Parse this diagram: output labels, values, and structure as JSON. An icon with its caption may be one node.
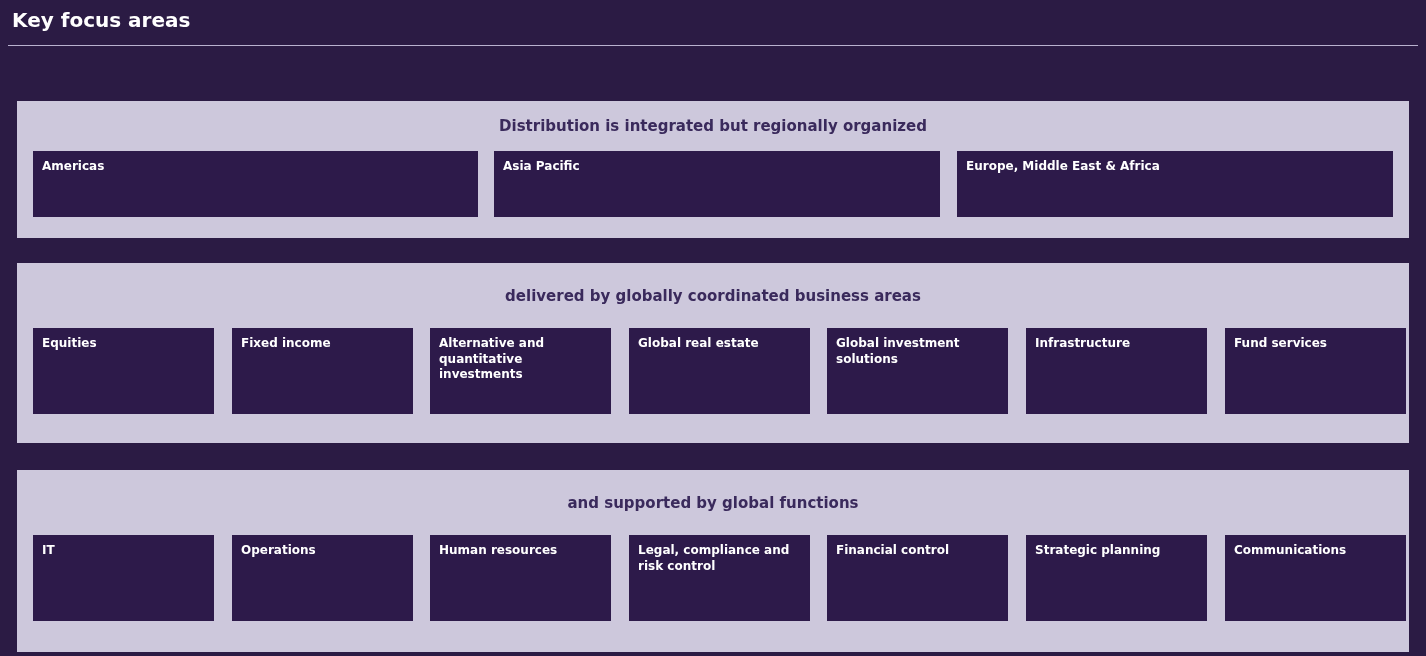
{
  "diagram": {
    "title": "Key focus areas",
    "nodes": [
      {
        "text": [
          "Distribution is integrated but regionally organized"
        ]
      },
      {
        "text": [
          "Americas"
        ],
        "in": 0
      },
      {
        "text": [
          "Asia Pacific"
        ],
        "in": 0
      },
      {
        "text": [
          "Europe, Middle East & Africa"
        ],
        "in": 0
      },
      {
        "text": [
          "delivered by globally coordinated business areas"
        ]
      },
      {
        "text": [
          "Equities"
        ],
        "in": 4
      },
      {
        "text": [
          "Fixed income"
        ],
        "in": 4
      },
      {
        "text": [
          "Alternative and quantitative investments"
        ],
        "in": 4
      },
      {
        "text": [
          "Global real estate"
        ],
        "in": 4
      },
      {
        "text": [
          "Global investment solutions"
        ],
        "in": 4
      },
      {
        "text": [
          "Infrastructure"
        ],
        "in": 4
      },
      {
        "text": [
          "Fund services"
        ],
        "in": 4
      },
      {
        "text": [
          "and supported by global functions"
        ]
      },
      {
        "text": [
          "IT"
        ],
        "in": 12
      },
      {
        "text": [
          "Operations"
        ],
        "in": 12
      },
      {
        "text": [
          "Human resources"
        ],
        "in": 12
      },
      {
        "text": [
          "Legal, compliance and risk control"
        ],
        "in": 12
      },
      {
        "text": [
          "Financial control"
        ],
        "in": 12
      },
      {
        "text": [
          "Strategic planning"
        ],
        "in": 12
      },
      {
        "text": [
          "Communications"
        ],
        "in": 12
      }
    ]
  }
}
